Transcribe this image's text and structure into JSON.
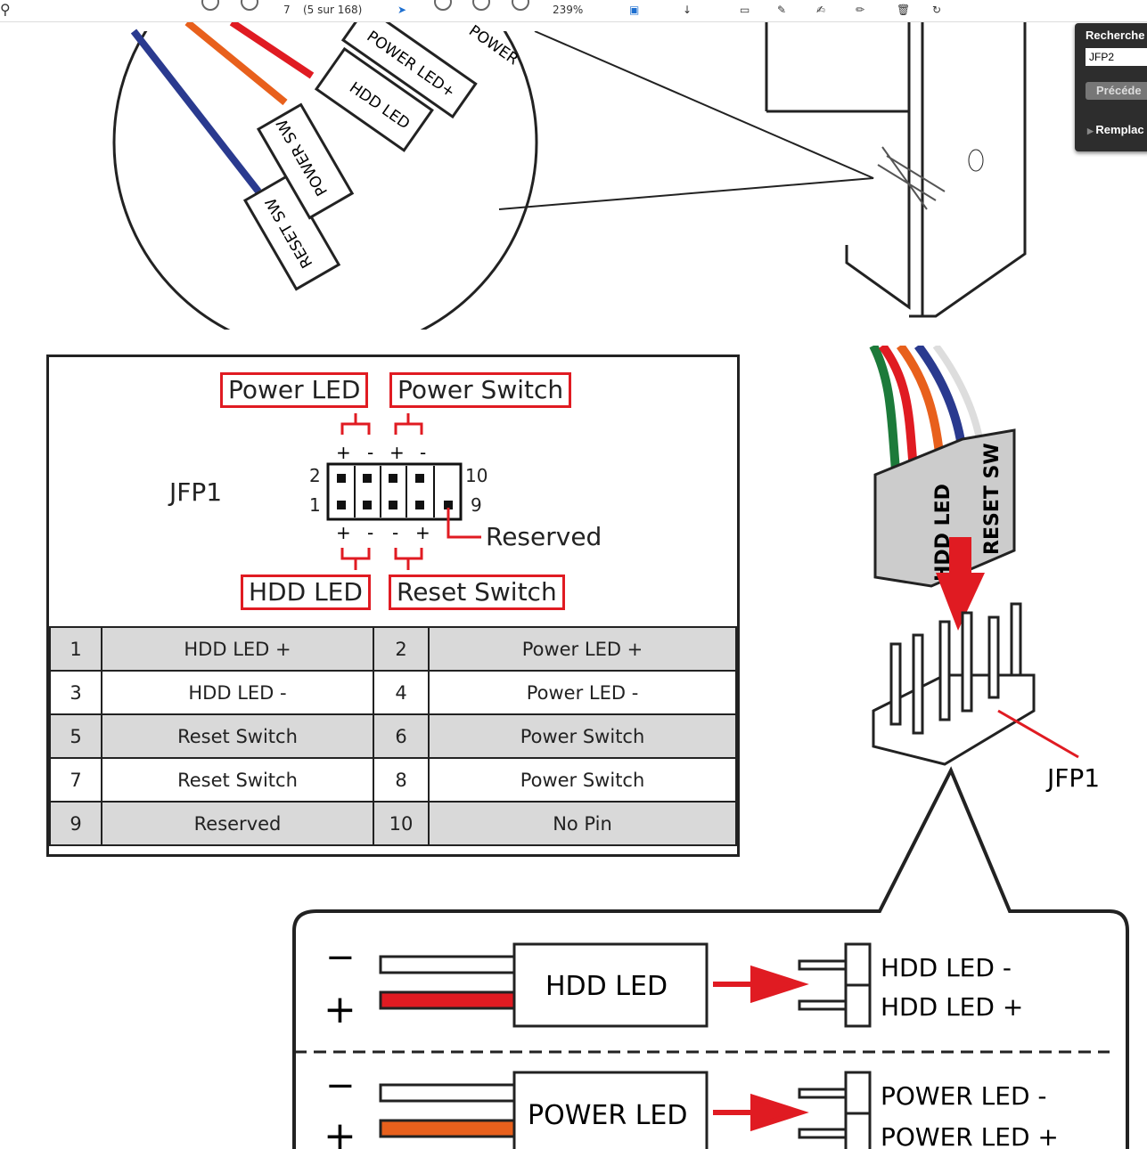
{
  "toolbar": {
    "page": "7",
    "page_count": "(5 sur 168)",
    "zoom": "239%"
  },
  "find": {
    "title": "Recherche",
    "value": "JFP2",
    "previous": "Précéde",
    "replace": "Remplac"
  },
  "illustration": {
    "labels": [
      "RESET SW",
      "POWER SW",
      "HDD LED",
      "POWER LED+",
      "POWER"
    ]
  },
  "diagram": {
    "header": "JFP1",
    "power_led": "Power LED",
    "power_switch": "Power Switch",
    "hdd_led": "HDD LED",
    "reset_switch": "Reset Switch",
    "reserved": "Reserved",
    "plus": "+",
    "minus": "-",
    "pin2": "2",
    "pin1": "1",
    "pin10": "10",
    "pin9": "9"
  },
  "table": [
    [
      "1",
      "HDD LED +",
      "2",
      "Power LED +"
    ],
    [
      "3",
      "HDD LED -",
      "4",
      "Power LED -"
    ],
    [
      "5",
      "Reset Switch",
      "6",
      "Power Switch"
    ],
    [
      "7",
      "Reset Switch",
      "8",
      "Power Switch"
    ],
    [
      "9",
      "Reserved",
      "10",
      "No Pin"
    ]
  ],
  "connector": {
    "labels": [
      "HDD LED",
      "RESET SW"
    ],
    "header": "JFP1"
  },
  "detail": {
    "minus": "−",
    "plus": "+",
    "hdd": "HDD LED",
    "hdd_minus": "HDD LED -",
    "hdd_plus": "HDD LED +",
    "power": "POWER LED",
    "power_minus": "POWER LED -",
    "power_plus": "POWER LED +"
  },
  "colors": {
    "red": "#e01b22",
    "orange": "#e8601c",
    "blue": "#2a3a8f",
    "green": "#1c7a3a"
  }
}
